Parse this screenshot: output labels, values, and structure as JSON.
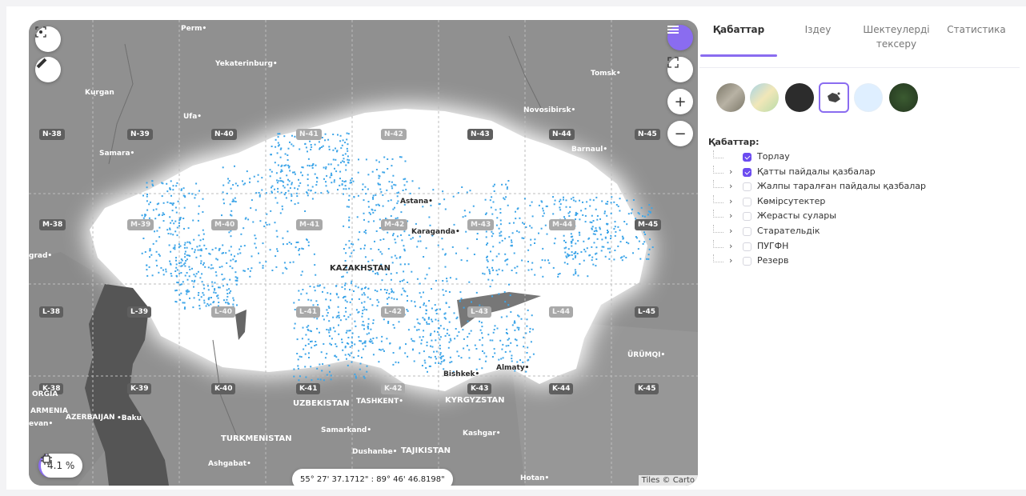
{
  "map": {
    "grid_labels": {
      "row1": [
        "N-38",
        "N-39",
        "N-40",
        "N-41",
        "N-42",
        "N-43",
        "N-44",
        "N-45"
      ],
      "row2": [
        "M-38",
        "M-39",
        "M-40",
        "M-41",
        "M-42",
        "M-43",
        "M-44",
        "M-45"
      ],
      "row3": [
        "L-38",
        "L-39",
        "L-40",
        "L-41",
        "L-42",
        "L-43",
        "L-44",
        "L-45"
      ],
      "row4": [
        "K-38",
        "K-39",
        "K-40",
        "K-41",
        "K-42",
        "K-43",
        "K-44",
        "K-45"
      ]
    },
    "places": {
      "perm": "Perm•",
      "yekaterinburg": "Yekaterinburg•",
      "kurgan": "Kųrgan",
      "ufa": "Ufa•",
      "samara": "Samara•",
      "grad": "grad•",
      "tomsk": "Tomsk•",
      "novosibirsk": "Novosibirsk•",
      "barnaul": "Barnaul•",
      "astana": "Astana•",
      "karaganda": "Karaganda•",
      "kazakhstan": "KAZAKHSTAN",
      "almaty": "Almaty•",
      "bishkek": "Bishkek•",
      "urumqi": "ÜRÜMQI•",
      "uzbekistan": "UZBEKISTAN",
      "tashkent": "TASHKENT•",
      "kyrgyzstan": "KYRGYZSTAN",
      "kashgar": "Kashgar•",
      "turkmenistan": "TURKMENISTAN",
      "samarkand": "Samarkand•",
      "dushanbe": "Dushanbe•",
      "tajikistan": "TAJIKISTAN",
      "ashgabat": "Ashgabat•",
      "hotan": "Hotan•",
      "azerbaijan": "AZERBAIJAN",
      "baku": "•Baku",
      "armenia": "ARMENIA",
      "georgia": "ORGIA",
      "yerevan": "evan•"
    },
    "zoom_level": "4.1 %",
    "coordinates": "55° 27' 37.1712\" : 89° 46' 46.8198\"",
    "attribution": "Tiles © Carto"
  },
  "tabs": [
    {
      "label": "Қабаттар"
    },
    {
      "label": "Іздеу"
    },
    {
      "label": "Шектеулерді тексеру"
    },
    {
      "label": "Статистика"
    }
  ],
  "basemap_colors": {
    "relief": "#7b7768",
    "streets": "#a8d4e6",
    "dark": "#2c2c2c",
    "light": "#ffffff",
    "water": "#dfefff",
    "satellite": "#3b5b31"
  },
  "layers": {
    "title": "Қабаттар:",
    "items": [
      {
        "label": "Торлау",
        "checked": true,
        "expandable": false
      },
      {
        "label": "Қатты пайдалы қазбалар",
        "checked": true,
        "expandable": true
      },
      {
        "label": "Жалпы таралған пайдалы қазбалар",
        "checked": false,
        "expandable": true
      },
      {
        "label": "Көмірсутектер",
        "checked": false,
        "expandable": true
      },
      {
        "label": "Жерасты сулары",
        "checked": false,
        "expandable": true
      },
      {
        "label": "Старательдік",
        "checked": false,
        "expandable": true
      },
      {
        "label": "ПУГФН",
        "checked": false,
        "expandable": true
      },
      {
        "label": "Резерв",
        "checked": false,
        "expandable": true
      }
    ]
  },
  "colors": {
    "accent": "#8a6cf0",
    "deposit_dots": "#3da5e8"
  }
}
